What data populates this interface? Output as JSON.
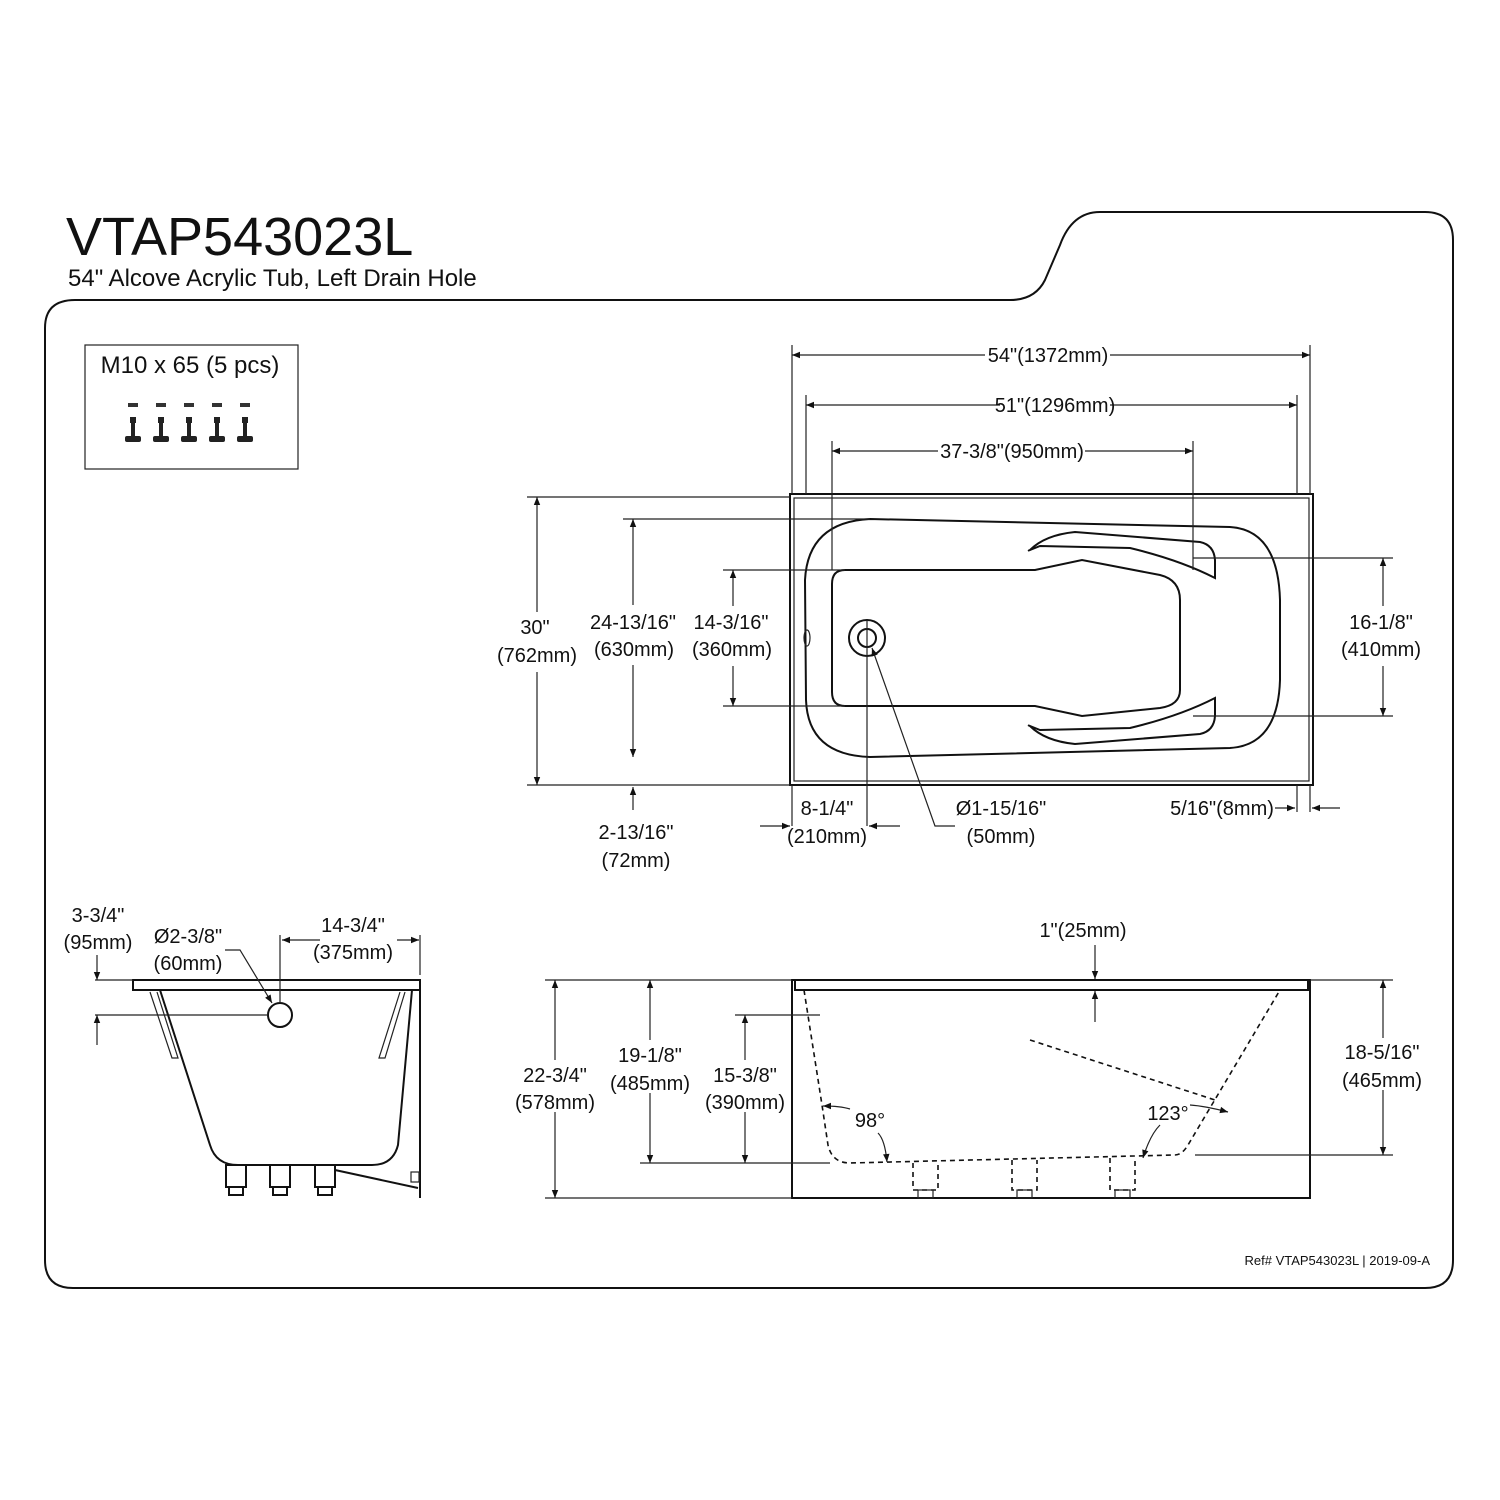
{
  "header": {
    "model": "VTAP543023L",
    "subtitle": "54\" Alcove Acrylic Tub, Left Drain Hole"
  },
  "hardware": {
    "label": "M10 x 65 (5 pcs)",
    "count": 5
  },
  "top_view": {
    "overall_length": "54\"(1372mm)",
    "inner_length": "51\"(1296mm)",
    "basin_length": "37-3/8\"(950mm)",
    "width_in": "30\"",
    "width_mm": "(762mm)",
    "basin_width_in": "24-13/16\"",
    "basin_width_mm": "(630mm)",
    "floor_width_in": "14-3/16\"",
    "floor_width_mm": "(360mm)",
    "right_width_in": "16-1/8\"",
    "right_width_mm": "(410mm)",
    "front_offset_in": "2-13/16\"",
    "front_offset_mm": "(72mm)",
    "drain_offset_in": "8-1/4\"",
    "drain_offset_mm": "(210mm)",
    "drain_dia_in": "Ø1-15/16\"",
    "drain_dia_mm": "(50mm)",
    "flange": "5/16\"(8mm)"
  },
  "end_view": {
    "overflow_height_in": "3-3/4\"",
    "overflow_height_mm": "(95mm)",
    "overflow_dia_in": "Ø2-3/8\"",
    "overflow_dia_mm": "(60mm)",
    "overflow_offset_in": "14-3/4\"",
    "overflow_offset_mm": "(375mm)"
  },
  "side_view": {
    "rim": "1\"(25mm)",
    "height_in": "22-3/4\"",
    "height_mm": "(578mm)",
    "depth_in": "19-1/8\"",
    "depth_mm": "(485mm)",
    "overflow_in": "15-3/8\"",
    "overflow_mm": "(390mm)",
    "water_in": "18-5/16\"",
    "water_mm": "(465mm)",
    "angle_left": "98°",
    "angle_right": "123°"
  },
  "footer": {
    "ref": "Ref# VTAP543023L | 2019-09-A"
  }
}
